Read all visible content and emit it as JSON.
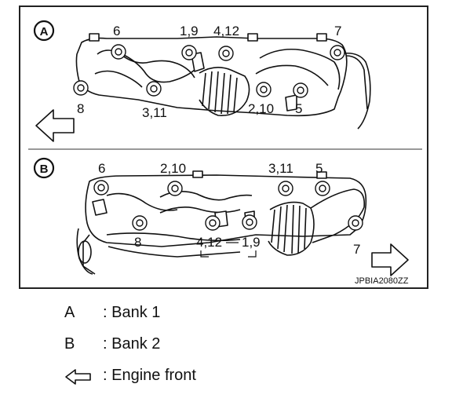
{
  "diagram": {
    "code": "JPBIA2080ZZ",
    "bank1": {
      "badge": "A",
      "labels": [
        "6",
        "1,9",
        "4,12",
        "7",
        "8",
        "3,11",
        "2,10",
        "5"
      ]
    },
    "bank2": {
      "badge": "B",
      "labels": [
        "6",
        "2,10",
        "3,11",
        "5",
        "8",
        "4,12",
        "1,9",
        "7"
      ]
    }
  },
  "legend": [
    {
      "key": "A",
      "text": ": Bank 1"
    },
    {
      "key": "B",
      "text": ": Bank 2"
    },
    {
      "key_icon": "hollow-left-arrow-icon",
      "text": ": Engine front"
    }
  ]
}
